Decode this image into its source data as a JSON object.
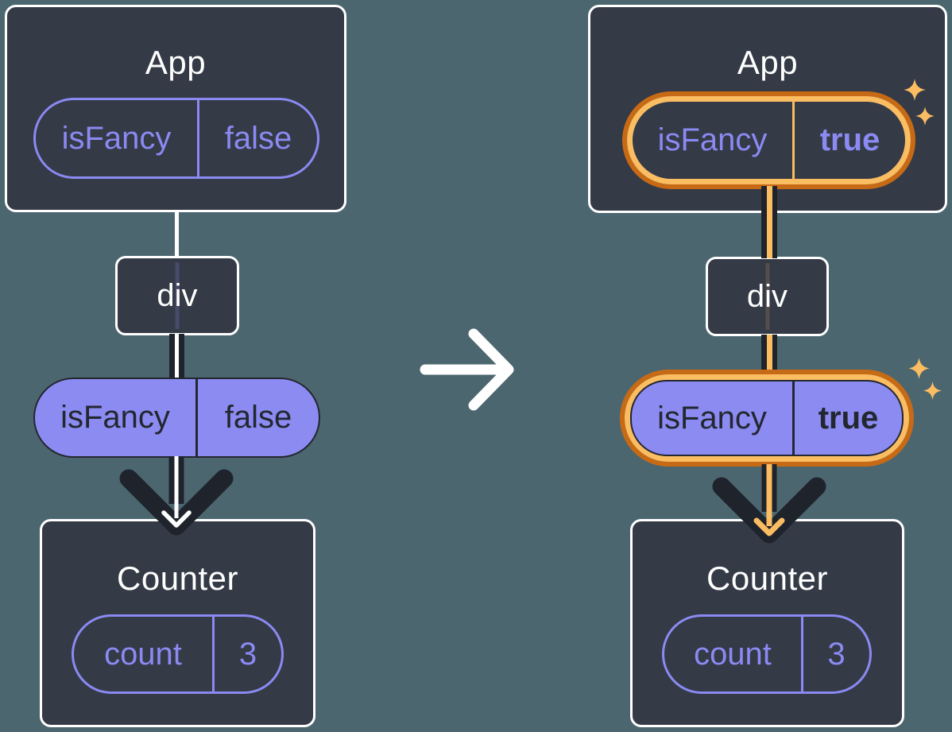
{
  "colors": {
    "background": "#4C6670",
    "card_fill": "#343A46",
    "card_border": "#FFFFFF",
    "purple_outline": "#8A8AF2",
    "purple_fill": "#8B8BF2",
    "dark_text": "#23272F",
    "arrow_dark": "#1F232C",
    "highlight_orange_outer": "#C76A15",
    "highlight_orange_inner": "#FABD62",
    "white": "#FFFFFF"
  },
  "icons": {
    "transition": "right-arrow-icon",
    "highlight": "sparkle-icon"
  },
  "before": {
    "app": {
      "title": "App",
      "prop_name": "isFancy",
      "prop_value": "false"
    },
    "div": {
      "label": "div"
    },
    "passed_prop": {
      "name": "isFancy",
      "value": "false"
    },
    "counter": {
      "title": "Counter",
      "state_name": "count",
      "state_value": "3"
    }
  },
  "after": {
    "app": {
      "title": "App",
      "prop_name": "isFancy",
      "prop_value": "true"
    },
    "div": {
      "label": "div"
    },
    "passed_prop": {
      "name": "isFancy",
      "value": "true"
    },
    "counter": {
      "title": "Counter",
      "state_name": "count",
      "state_value": "3"
    }
  }
}
